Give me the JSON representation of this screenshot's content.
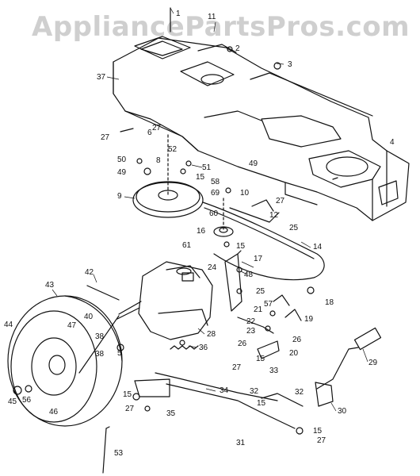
{
  "watermark": "AppliancePartsPros.com",
  "callouts": [
    {
      "id": "c1",
      "text": "1"
    },
    {
      "id": "c2",
      "text": "2"
    },
    {
      "id": "c3",
      "text": "3"
    },
    {
      "id": "c4",
      "text": "4"
    },
    {
      "id": "c5",
      "text": "5"
    },
    {
      "id": "c6",
      "text": "6"
    },
    {
      "id": "c8",
      "text": "8"
    },
    {
      "id": "c9",
      "text": "9"
    },
    {
      "id": "c10",
      "text": "10"
    },
    {
      "id": "c11",
      "text": "11"
    },
    {
      "id": "c12",
      "text": "12"
    },
    {
      "id": "c14",
      "text": "14"
    },
    {
      "id": "c15a",
      "text": "15"
    },
    {
      "id": "c15b",
      "text": "15"
    },
    {
      "id": "c15c",
      "text": "15"
    },
    {
      "id": "c15d",
      "text": "15"
    },
    {
      "id": "c15e",
      "text": "15"
    },
    {
      "id": "c15f",
      "text": "15"
    },
    {
      "id": "c16",
      "text": "16"
    },
    {
      "id": "c17",
      "text": "17"
    },
    {
      "id": "c18",
      "text": "18"
    },
    {
      "id": "c19",
      "text": "19"
    },
    {
      "id": "c20",
      "text": "20"
    },
    {
      "id": "c21",
      "text": "21"
    },
    {
      "id": "c22",
      "text": "22"
    },
    {
      "id": "c23",
      "text": "23"
    },
    {
      "id": "c24",
      "text": "24"
    },
    {
      "id": "c25a",
      "text": "25"
    },
    {
      "id": "c25b",
      "text": "25"
    },
    {
      "id": "c26a",
      "text": "26"
    },
    {
      "id": "c26b",
      "text": "26"
    },
    {
      "id": "c27a",
      "text": "27"
    },
    {
      "id": "c27b",
      "text": "27"
    },
    {
      "id": "c27c",
      "text": "27"
    },
    {
      "id": "c27d",
      "text": "27"
    },
    {
      "id": "c27e",
      "text": "27"
    },
    {
      "id": "c27f",
      "text": "27"
    },
    {
      "id": "c28",
      "text": "28"
    },
    {
      "id": "c29",
      "text": "29"
    },
    {
      "id": "c30",
      "text": "30"
    },
    {
      "id": "c31",
      "text": "31"
    },
    {
      "id": "c32a",
      "text": "32"
    },
    {
      "id": "c32b",
      "text": "32"
    },
    {
      "id": "c33",
      "text": "33"
    },
    {
      "id": "c34",
      "text": "34"
    },
    {
      "id": "c35",
      "text": "35"
    },
    {
      "id": "c36",
      "text": "36"
    },
    {
      "id": "c37",
      "text": "37"
    },
    {
      "id": "c38a",
      "text": "38"
    },
    {
      "id": "c38b",
      "text": "38"
    },
    {
      "id": "c40",
      "text": "40"
    },
    {
      "id": "c42",
      "text": "42"
    },
    {
      "id": "c43",
      "text": "43"
    },
    {
      "id": "c44",
      "text": "44"
    },
    {
      "id": "c45",
      "text": "45"
    },
    {
      "id": "c46",
      "text": "46"
    },
    {
      "id": "c47",
      "text": "47"
    },
    {
      "id": "c48",
      "text": "48"
    },
    {
      "id": "c49a",
      "text": "49"
    },
    {
      "id": "c49b",
      "text": "49"
    },
    {
      "id": "c50",
      "text": "50"
    },
    {
      "id": "c51",
      "text": "51"
    },
    {
      "id": "c52",
      "text": "52"
    },
    {
      "id": "c53",
      "text": "53"
    },
    {
      "id": "c56",
      "text": "56"
    },
    {
      "id": "c57",
      "text": "57"
    },
    {
      "id": "c58",
      "text": "58"
    },
    {
      "id": "c60",
      "text": "60"
    },
    {
      "id": "c61",
      "text": "61"
    },
    {
      "id": "c69",
      "text": "69"
    }
  ]
}
